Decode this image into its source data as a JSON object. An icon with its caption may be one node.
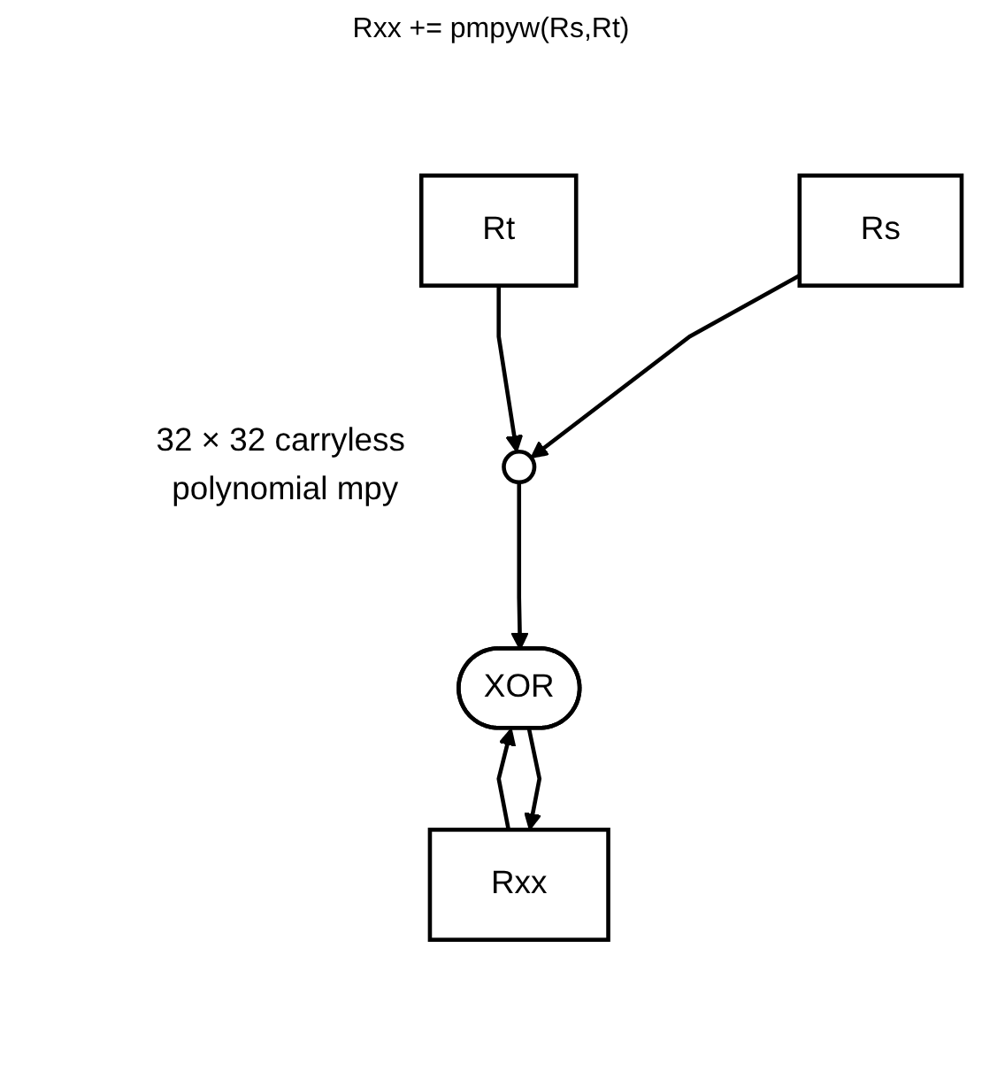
{
  "diagram": {
    "title": "Rxx += pmpyw(Rs,Rt)",
    "nodes": [
      {
        "text": [
          "Rs"
        ]
      },
      {
        "text": [
          "Rt"
        ]
      },
      {
        "text": [],
        "shape": "circle",
        "beside": [
          "32 × 32 carryless polynomial mpy"
        ]
      },
      {
        "text": [
          "XOR"
        ]
      },
      {
        "text": [
          "Rxx"
        ]
      }
    ],
    "edges": [
      {
        "from": 0,
        "to": 2,
        "arrow": "to"
      },
      {
        "from": 1,
        "to": 2,
        "arrow": "to"
      },
      {
        "from": 2,
        "to": 3,
        "arrow": "to"
      },
      {
        "from": 4,
        "to": 3,
        "arrow": "to"
      },
      {
        "from": 3,
        "to": 4,
        "arrow": "to"
      }
    ]
  }
}
